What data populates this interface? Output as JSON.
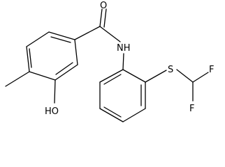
{
  "structure": {
    "atoms": {
      "carbonyl_oxygen": "O",
      "amide_nitrogen": "NH",
      "hydroxyl": "HO",
      "sulfur": "S",
      "fluorine_top": "F",
      "fluorine_bottom": "F"
    }
  },
  "colors": {
    "ink": "#000000",
    "background": "#ffffff"
  }
}
